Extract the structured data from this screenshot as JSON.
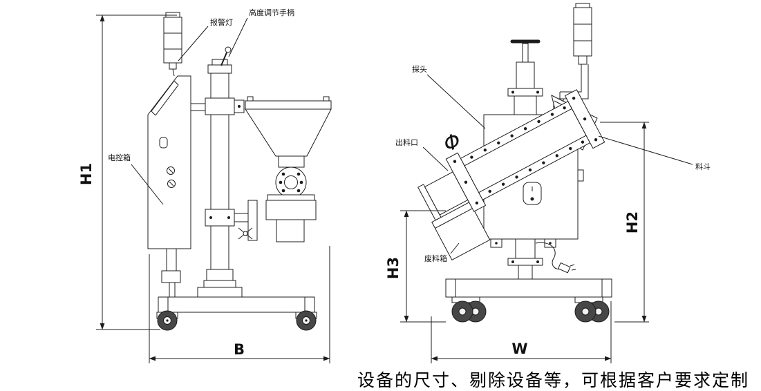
{
  "figure": {
    "background": "#ffffff",
    "line_color": "#1c1c1c"
  },
  "left_view": {
    "labels": {
      "alarm_light": "报警灯",
      "height_adjust_handle": "高度调节手柄",
      "control_box": "电控箱"
    },
    "dimensions": {
      "overall_height": "H1",
      "overall_depth": "B"
    }
  },
  "right_view": {
    "labels": {
      "probe": "探头",
      "discharge_outlet": "出料口",
      "hopper": "料斗",
      "waste_box": "废料箱",
      "diameter_symbol": "Φ"
    },
    "dimensions": {
      "overall_height": "H2",
      "discharge_height": "H3",
      "overall_width": "W"
    }
  },
  "footer": {
    "note": "设备的尺寸、剔除设备等，可根据客户要求定制"
  }
}
